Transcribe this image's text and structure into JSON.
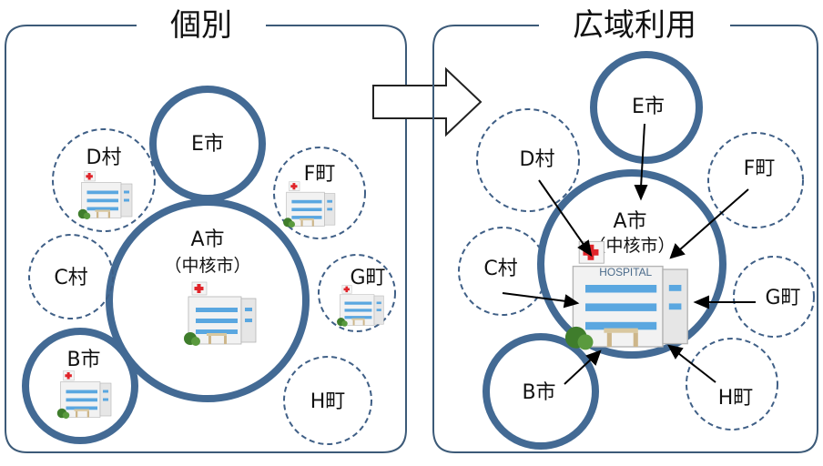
{
  "panels": {
    "left": {
      "title": "個別",
      "nodes": {
        "E": "E市",
        "D": "D村",
        "F": "F町",
        "A": "A市",
        "A_sub": "（中核市）",
        "C": "C村",
        "G": "G町",
        "B": "B市",
        "H": "H町"
      }
    },
    "right": {
      "title": "広域利用",
      "nodes": {
        "E": "E市",
        "D": "D村",
        "F": "F町",
        "A": "A市",
        "A_sub": "（中核市）",
        "C": "C村",
        "G": "G町",
        "B": "B市",
        "H": "H町"
      }
    }
  },
  "hospital_sign": "HOSPITAL",
  "colors": {
    "frame": "#3c5a78",
    "circle_stroke": "#436a94",
    "dashed_stroke": "#3f5f86",
    "hospital_blue": "#5aa7e0",
    "hospital_red": "#e0242a",
    "bush": "#3f7d2c"
  }
}
